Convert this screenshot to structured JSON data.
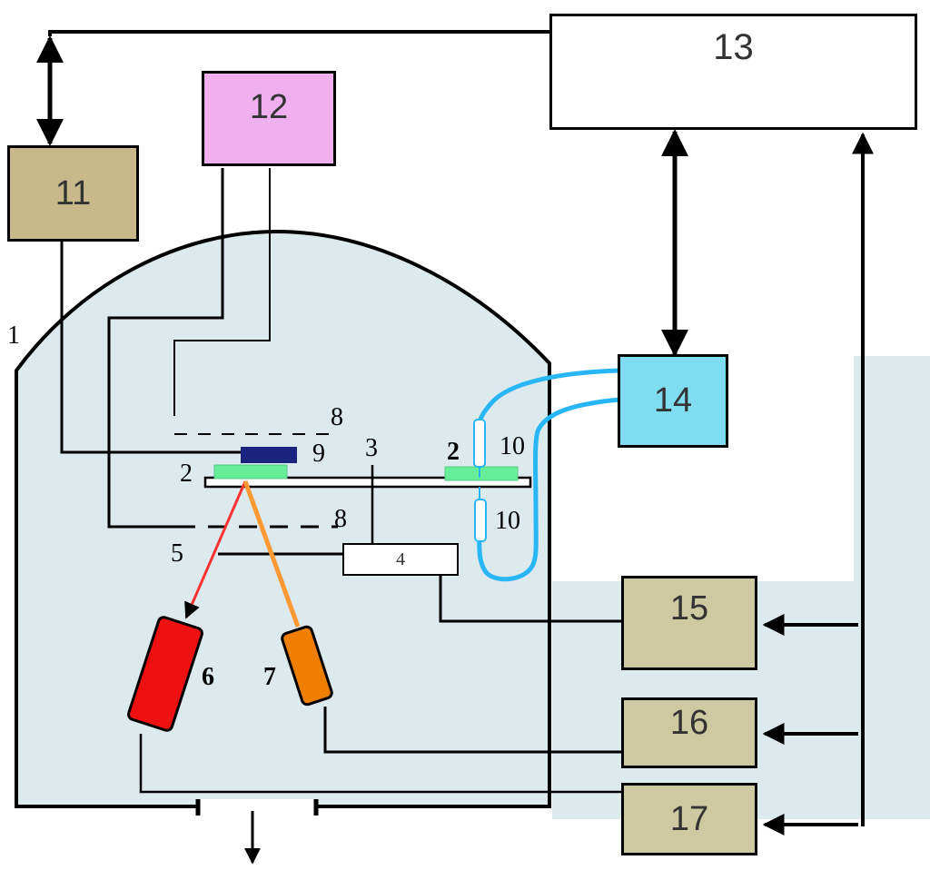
{
  "boxes": {
    "b13": {
      "label": "13",
      "color": "#ffffff"
    },
    "b12": {
      "label": "12",
      "color": "#f0b0f0"
    },
    "b11": {
      "label": "11",
      "color": "#c8b88a"
    },
    "b14": {
      "label": "14",
      "color": "#80dcf0"
    },
    "b15": {
      "label": "15",
      "color": "#cdc9a0"
    },
    "b16": {
      "label": "16",
      "color": "#cdc9a0"
    },
    "b17": {
      "label": "17",
      "color": "#cdc9a0"
    },
    "b4": {
      "label": "4",
      "color": "#ffffff"
    }
  },
  "labels": {
    "l1": "1",
    "l2a": "2",
    "l2b": "2",
    "l3": "3",
    "l5": "5",
    "l6": "6",
    "l7": "7",
    "l8a": "8",
    "l8b": "8",
    "l9": "9",
    "l10a": "10",
    "l10b": "10"
  },
  "colors": {
    "chamber": "#dce9ed",
    "substrate": "#66ee99",
    "sample": "#1a237e",
    "source6": "#ee1111",
    "source7": "#ee7f00",
    "beam6": "#ff3333",
    "beam7": "#ff9933",
    "cooling": "#29b6f6"
  }
}
